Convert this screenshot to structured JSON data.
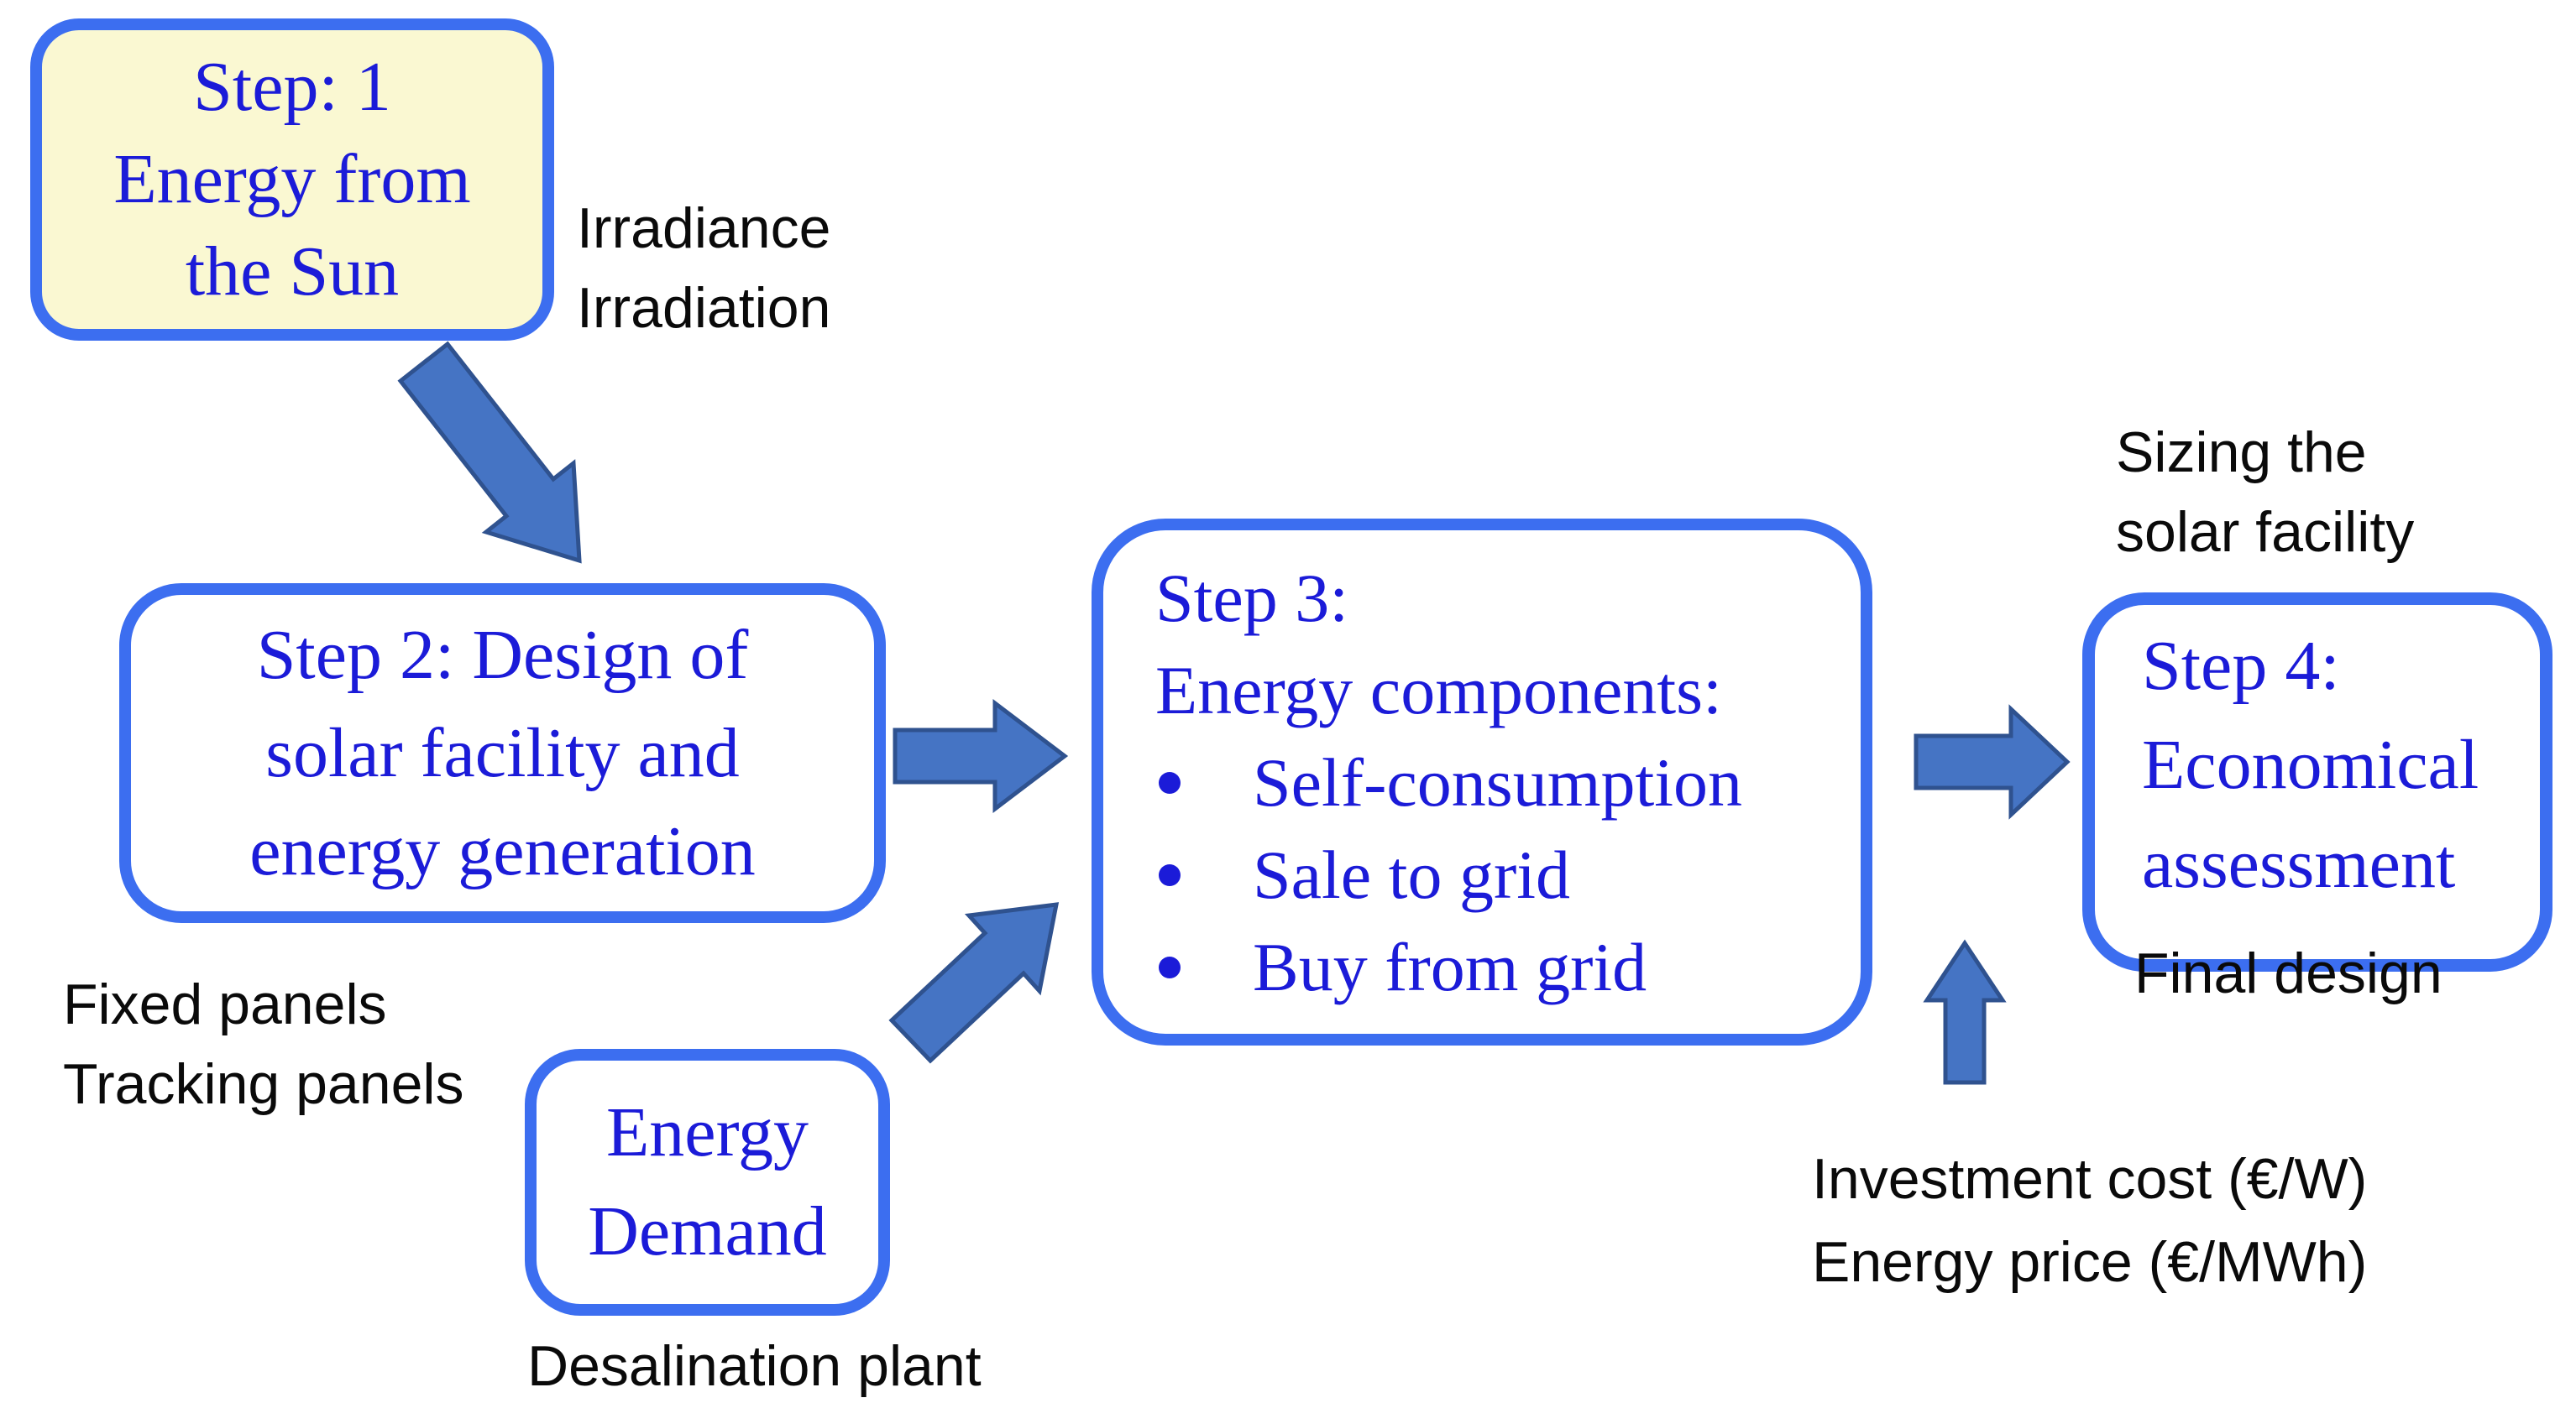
{
  "colors": {
    "box_border": "#3C6EF0",
    "box_text": "#1B1BD8",
    "step1_fill": "#FAF8D2",
    "box_fill": "#FFFFFF",
    "arrow_fill": "#4574C4",
    "arrow_stroke": "#2F528F",
    "label_color": "#0A0A0A",
    "bg": "#FFFFFF"
  },
  "boxes": {
    "step1": {
      "lines": [
        "Step: 1",
        "Energy from",
        "the Sun"
      ]
    },
    "step2": {
      "lines": [
        "Step 2: Design of",
        "solar facility and",
        "energy generation"
      ]
    },
    "step3": {
      "title_lines": [
        "Step 3:",
        "Energy components:"
      ],
      "bullets": [
        "Self-consumption",
        "Sale to grid",
        "Buy from grid"
      ]
    },
    "step4": {
      "lines": [
        "Step 4:",
        "Economical",
        "assessment"
      ]
    },
    "energy_demand": {
      "lines": [
        "Energy",
        "Demand"
      ]
    }
  },
  "labels": {
    "irradiance": {
      "lines": [
        "Irradiance",
        "Irradiation"
      ]
    },
    "fixed_panels": {
      "lines": [
        "Fixed panels",
        "Tracking panels"
      ]
    },
    "desalination": {
      "text": "Desalination plant"
    },
    "sizing": {
      "lines": [
        "Sizing the",
        "solar facility"
      ]
    },
    "final_design": {
      "text": "Final design"
    },
    "investment": {
      "lines": [
        "Investment cost (€/W)",
        "Energy price (€/MWh)"
      ]
    }
  }
}
